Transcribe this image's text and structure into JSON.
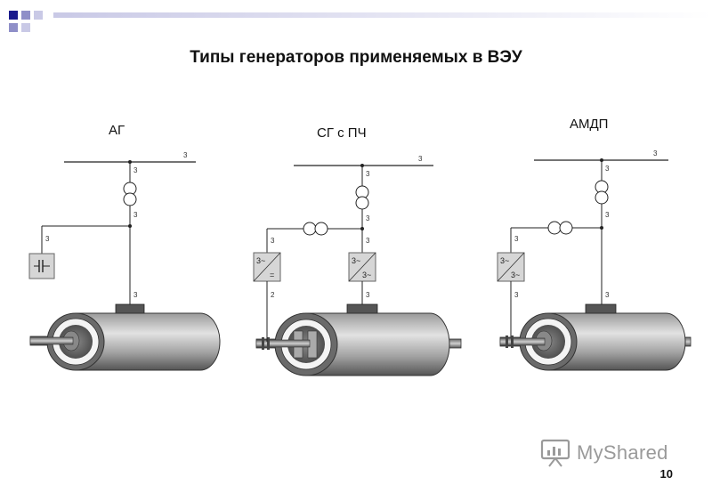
{
  "slide": {
    "title": "Типы генераторов применяемых в ВЭУ",
    "page_number": "10"
  },
  "diagrams": [
    {
      "label": "АГ"
    },
    {
      "label": "СГ с ПЧ"
    },
    {
      "label": "АМДП"
    }
  ],
  "wire_marks": {
    "three": "3",
    "two": "2"
  },
  "converter_marks": {
    "three_phase": "3~",
    "dc": "="
  },
  "watermark": {
    "text": "MyShared"
  },
  "colors": {
    "accent": "#1a1a8c",
    "motor_dark": "#555555",
    "motor_light": "#d8d8d8"
  }
}
